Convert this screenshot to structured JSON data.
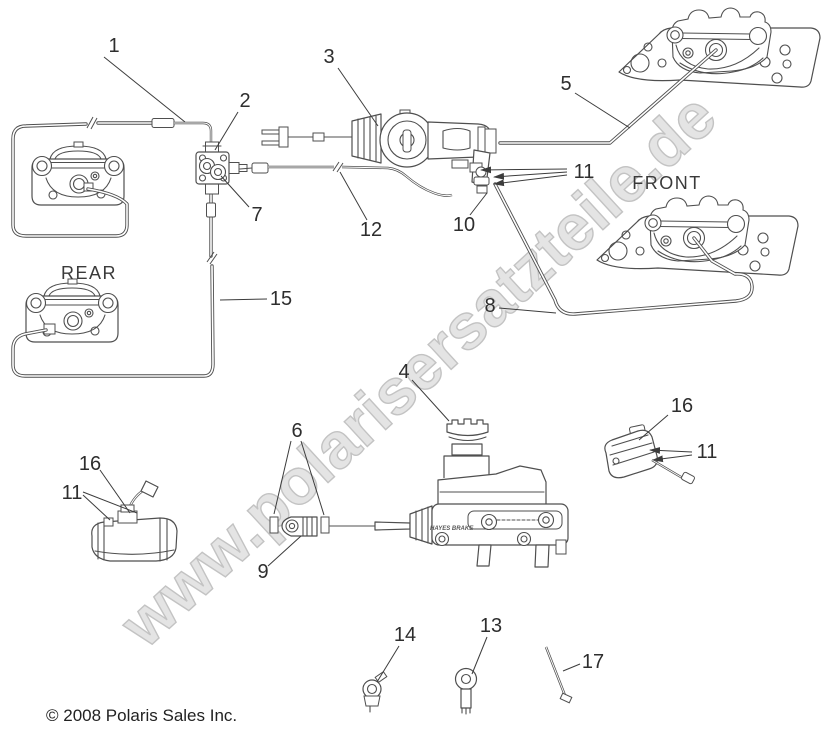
{
  "watermark": "www.polarisersatzteile.de",
  "copyright": "© 2008 Polaris Sales Inc.",
  "labels": {
    "front": "FRONT",
    "rear": "REAR",
    "hayes": "HAYES BRAKE"
  },
  "colors": {
    "line": "#4f4f4f",
    "label": "#2e2e2e",
    "watermark_fill": "#e4e4e4",
    "watermark_outline": "#c3c3c3",
    "background": "#ffffff"
  },
  "callouts": [
    {
      "label": "1"
    },
    {
      "label": "2"
    },
    {
      "label": "3"
    },
    {
      "label": "5"
    },
    {
      "label": "7"
    },
    {
      "label": "10"
    },
    {
      "label": "11"
    },
    {
      "label": "12"
    },
    {
      "label": "15"
    },
    {
      "label": "8"
    },
    {
      "label": "4"
    },
    {
      "label": "6"
    },
    {
      "label": "16"
    },
    {
      "label": "11"
    },
    {
      "label": "9"
    },
    {
      "label": "16"
    },
    {
      "label": "11"
    },
    {
      "label": "14"
    },
    {
      "label": "13"
    },
    {
      "label": "17"
    }
  ]
}
